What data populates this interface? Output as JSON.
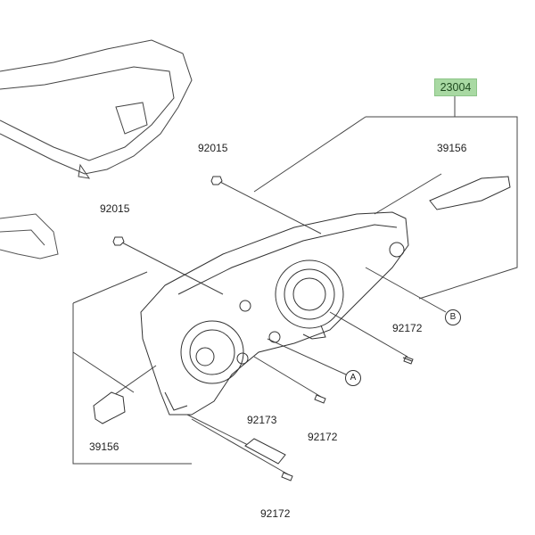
{
  "assembly_label": "23004",
  "assembly_color": "#a9d9a3",
  "parts": {
    "cover_top": "39156",
    "nut_top": "92015",
    "nut_left": "92015",
    "screw_right": "92172",
    "screw_middle": "92172",
    "bracket": "92173",
    "cover_bottom": "39156",
    "screw_bottom": "92172"
  },
  "refs": {
    "a": "A",
    "b": "B"
  }
}
